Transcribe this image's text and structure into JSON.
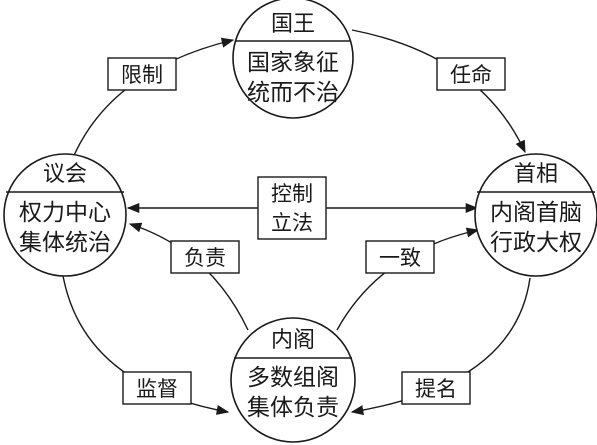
{
  "nodes": {
    "king": {
      "title": "国王",
      "desc1": "国家象征",
      "desc2": "统而不治"
    },
    "parliament": {
      "title": "议会",
      "desc1": "权力中心",
      "desc2": "集体统治"
    },
    "pm": {
      "title": "首相",
      "desc1": "内阁首脑",
      "desc2": "行政大权"
    },
    "cabinet": {
      "title": "内阁",
      "desc1": "多数组阁",
      "desc2": "集体负责"
    }
  },
  "edges": {
    "limit": "限制",
    "appoint": "任命",
    "control1": "控制",
    "control2": "立法",
    "responsible": "负责",
    "consistent": "一致",
    "supervise": "监督",
    "nominate": "提名"
  }
}
